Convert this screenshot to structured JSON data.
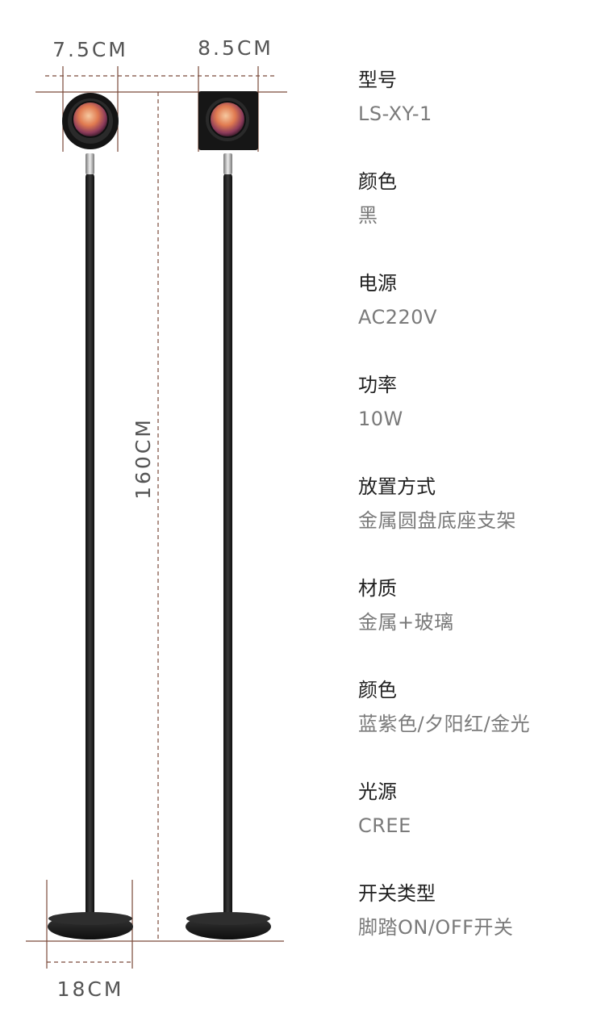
{
  "dimensions": {
    "head_round_width": "7.5CM",
    "head_square_width": "8.5CM",
    "height": "160CM",
    "base_diameter": "18CM"
  },
  "colors": {
    "dimension_line": "#7a4a3a",
    "lamp_body": "#1c1c1c",
    "lens_glow": "#e07a50",
    "label_text": "#1f1f1f",
    "value_text": "#7a7a7a"
  },
  "specs": [
    {
      "label": "型号",
      "value": "LS-XY-1"
    },
    {
      "label": "颜色",
      "value": "黑"
    },
    {
      "label": "电源",
      "value": "AC220V"
    },
    {
      "label": "功率",
      "value": "10W"
    },
    {
      "label": "放置方式",
      "value": "金属圆盘底座支架"
    },
    {
      "label": "材质",
      "value": "金属+玻璃"
    },
    {
      "label": "颜色",
      "value": "蓝紫色/夕阳红/金光"
    },
    {
      "label": "光源",
      "value": "CREE"
    },
    {
      "label": "开关类型",
      "value": "脚踏ON/OFF开关"
    }
  ]
}
